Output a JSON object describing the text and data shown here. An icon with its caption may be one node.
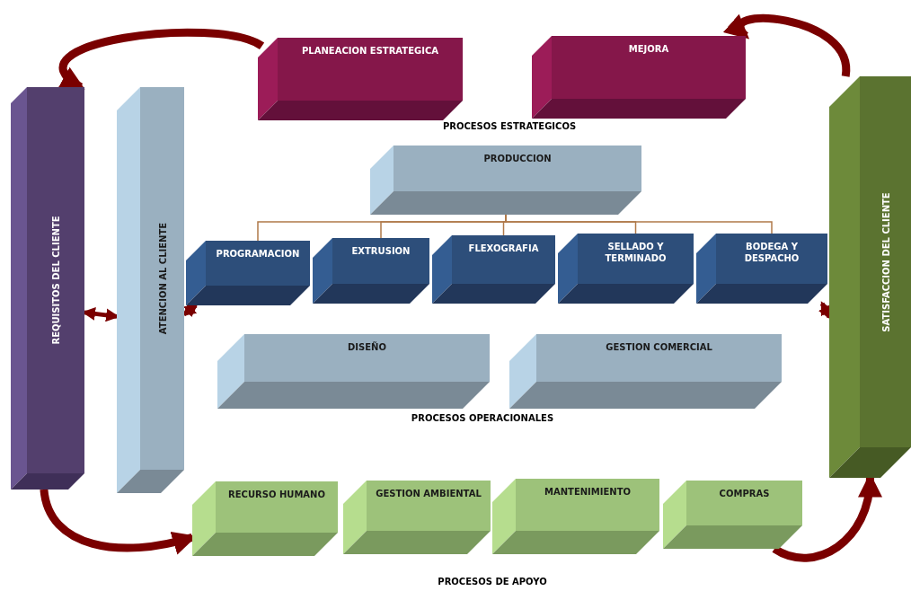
{
  "diagram": {
    "nodes": [
      {
        "text": [
          "REQUISITOS DEL CLIENTE"
        ]
      },
      {
        "text": [
          "ATENCION AL CLIENTE"
        ]
      },
      {
        "text": [
          "PLANEACION ESTRATEGICA"
        ]
      },
      {
        "text": [
          "MEJORA"
        ]
      },
      {
        "text": [
          "PRODUCCION"
        ]
      },
      {
        "text": [
          "PROGRAMACION"
        ]
      },
      {
        "text": [
          "EXTRUSION"
        ]
      },
      {
        "text": [
          "FLEXOGRAFIA"
        ]
      },
      {
        "text": [
          "SELLADO Y TERMINADO"
        ]
      },
      {
        "text": [
          "BODEGA Y DESPACHO"
        ]
      },
      {
        "text": [
          "DISEÑO"
        ]
      },
      {
        "text": [
          "GESTION COMERCIAL"
        ]
      },
      {
        "text": [
          "RECURSO HUMANO"
        ]
      },
      {
        "text": [
          "GESTION AMBIENTAL"
        ]
      },
      {
        "text": [
          "MANTENIMIENTO"
        ]
      },
      {
        "text": [
          "COMPRAS"
        ]
      },
      {
        "text": [
          "SATISFACCION DEL CLIENTE"
        ]
      }
    ],
    "edges": [
      {
        "from": 4,
        "to": 5,
        "arrow": "none",
        "color": "#b07a4a"
      },
      {
        "from": 4,
        "to": 6,
        "arrow": "none",
        "color": "#b07a4a"
      },
      {
        "from": 4,
        "to": 7,
        "arrow": "none",
        "color": "#b07a4a"
      },
      {
        "from": 4,
        "to": 8,
        "arrow": "none",
        "color": "#b07a4a"
      },
      {
        "from": 4,
        "to": 9,
        "arrow": "none",
        "color": "#b07a4a"
      },
      {
        "from": 2,
        "to": 0,
        "arrow": "to",
        "style": "thick"
      },
      {
        "from": 16,
        "to": 3,
        "arrow": "to",
        "style": "thick"
      },
      {
        "from": 0,
        "to": 12,
        "arrow": "to",
        "style": "thick"
      },
      {
        "from": 15,
        "to": 16,
        "arrow": "to",
        "style": "thick"
      },
      {
        "from": 0,
        "to": 1,
        "arrow": "both"
      },
      {
        "from": 1,
        "to": 5,
        "arrow": "both"
      },
      {
        "from": 9,
        "to": 16,
        "arrow": "both"
      }
    ],
    "labels": [
      "PROCESOS ESTRATEGICOS",
      "PROCESOS OPERACIONALES",
      "PROCESOS DE APOYO"
    ]
  }
}
